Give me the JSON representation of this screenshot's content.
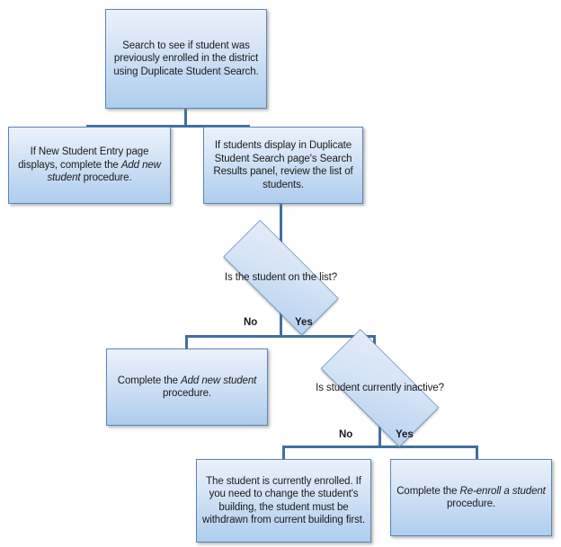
{
  "diagram": {
    "title": "Duplicate Student Search enrollment decision flowchart",
    "colors": {
      "box_border": "#5b86b5",
      "box_fill_top": "#eaf1fb",
      "box_fill_bottom": "#aecdee",
      "connector": "#416fa0",
      "text": "#1a1a1a",
      "background": "#ffffff"
    },
    "nodes": [
      {
        "id": "start-search",
        "type": "process",
        "lines": [
          "Search to see if student was",
          "previously enrolled in the district",
          "using Duplicate Student Search."
        ],
        "text": "Search to see if student was previously enrolled in the district using Duplicate Student Search."
      },
      {
        "id": "new-student-entry",
        "type": "process",
        "text_before": "If New Student Entry page displays, complete the ",
        "text_italic": "Add new student",
        "text_after": " procedure."
      },
      {
        "id": "students-display",
        "type": "process",
        "text": "If students display in Duplicate Student Search page's Search Results panel, review the list of students."
      },
      {
        "id": "is-student-on-list",
        "type": "decision",
        "text": "Is the student on the list?"
      },
      {
        "id": "complete-add-new-student",
        "type": "process",
        "text_before": "Complete the ",
        "text_italic": "Add new student",
        "text_after": " procedure."
      },
      {
        "id": "is-student-inactive",
        "type": "decision",
        "text": "Is student currently inactive?"
      },
      {
        "id": "currently-enrolled",
        "type": "process",
        "text": "The student is currently enrolled. If you need to change the student's building, the student must be withdrawn from current building first."
      },
      {
        "id": "complete-re-enroll",
        "type": "process",
        "text_before": "Complete the ",
        "text_italic": "Re-enroll a student",
        "text_after": " procedure."
      }
    ],
    "edge_labels": {
      "list_no": "No",
      "list_yes": "Yes",
      "inactive_no": "No",
      "inactive_yes": "Yes"
    }
  }
}
